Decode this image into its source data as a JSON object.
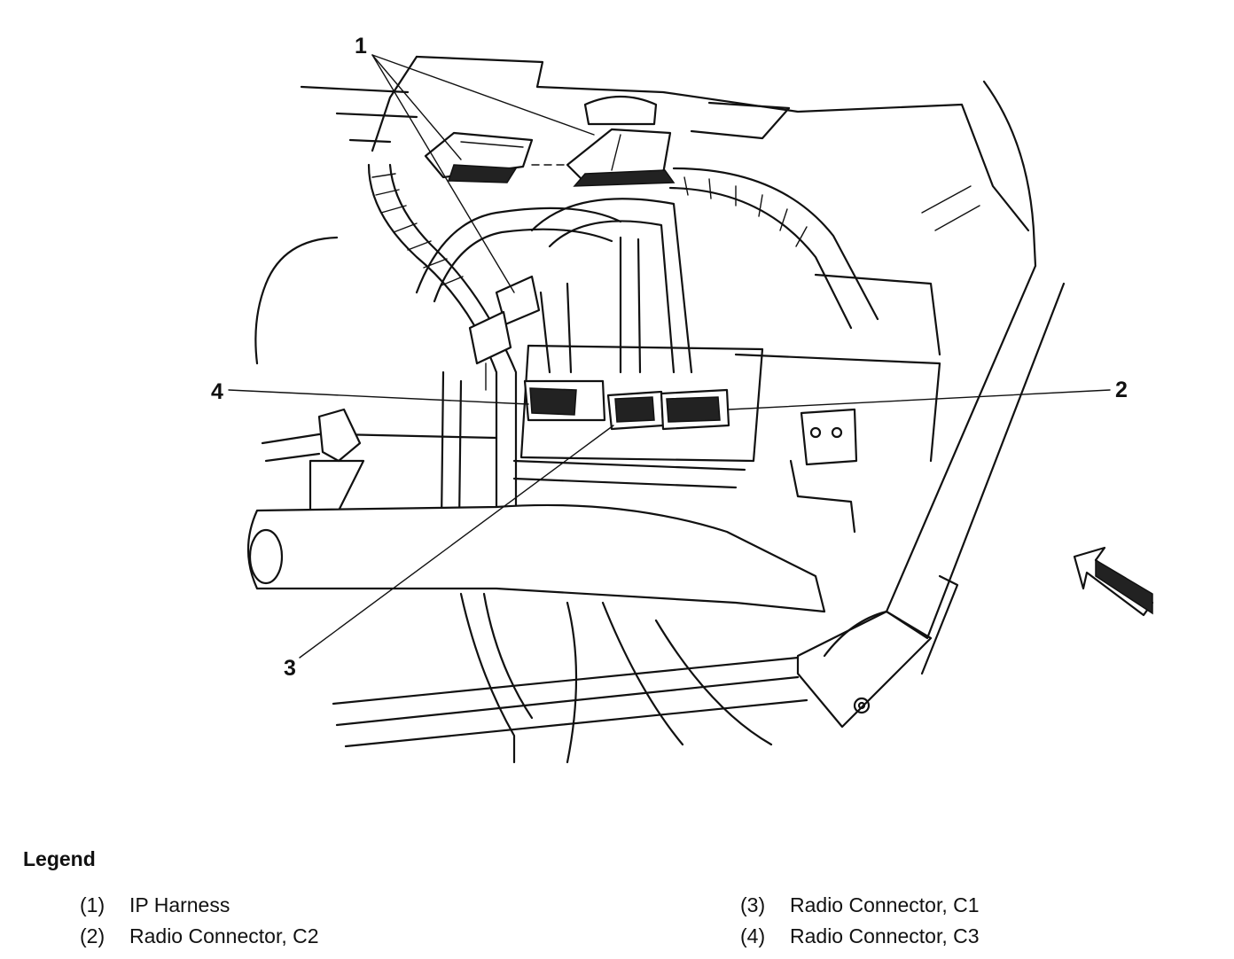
{
  "callouts": [
    {
      "number": "1",
      "label": "IP Harness"
    },
    {
      "number": "2",
      "label": "Radio Connector, C2"
    },
    {
      "number": "3",
      "label": "Radio Connector, C1"
    },
    {
      "number": "4",
      "label": "Radio Connector, C3"
    }
  ],
  "legend": {
    "title": "Legend",
    "items": [
      {
        "num": "(1)",
        "text": "IP Harness"
      },
      {
        "num": "(2)",
        "text": "Radio Connector, C2"
      },
      {
        "num": "(3)",
        "text": "Radio Connector, C1"
      },
      {
        "num": "(4)",
        "text": "Radio Connector, C3"
      }
    ]
  }
}
